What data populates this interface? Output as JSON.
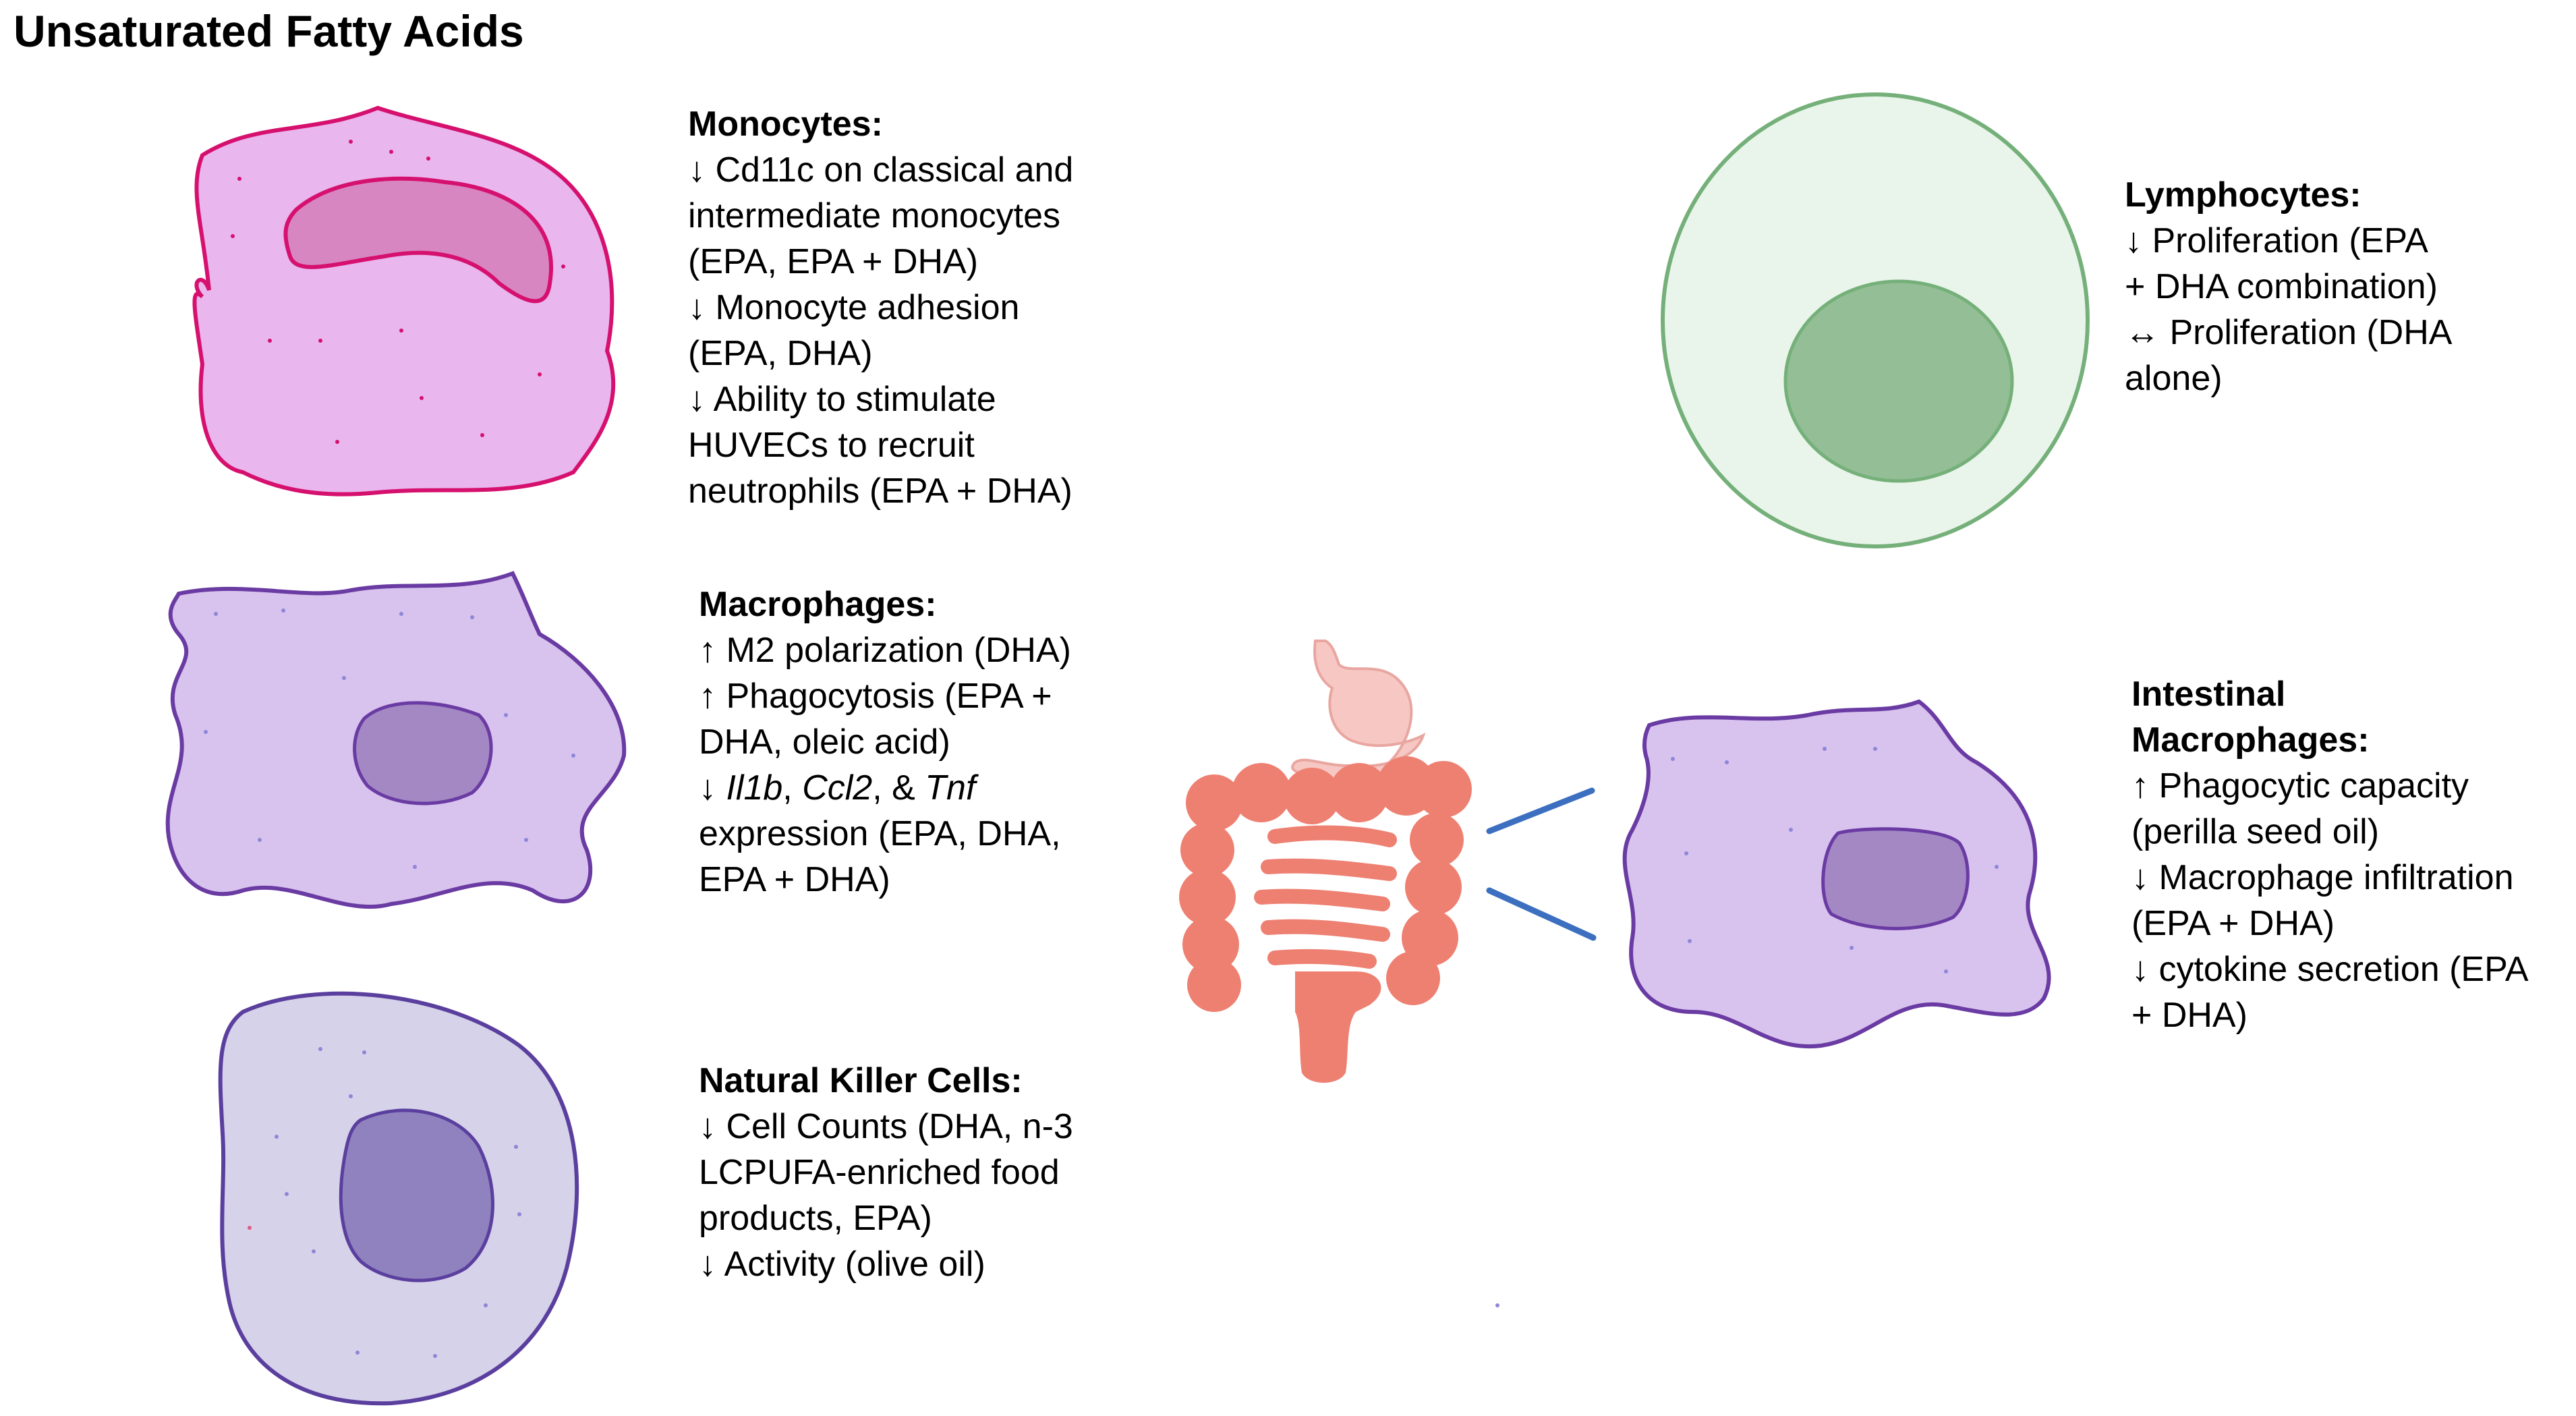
{
  "title": "Unsaturated Fatty Acids",
  "colors": {
    "monocyte_fill": "#E9B6EE",
    "monocyte_stroke": "#D6106E",
    "monocyte_nucleus": "#D886C2",
    "macrophage_fill": "#D8C2EE",
    "macrophage_stroke": "#6A3BA3",
    "macrophage_nucleus": "#A488C4",
    "nk_fill": "#D6D2EA",
    "nk_stroke": "#5B3F9E",
    "nk_nucleus": "#8F82BF",
    "lymph_fill": "#E9F5EA",
    "lymph_stroke": "#75B07A",
    "lymph_nucleus": "#94BE96",
    "intestine": "#EE8072",
    "stomach": "#F6C7C3",
    "connector": "#3C6FC0"
  },
  "monocytes": {
    "heading": "Monocytes:",
    "lines": [
      "↓ Cd11c on classical and",
      "intermediate monocytes",
      "(EPA, EPA + DHA)",
      "↓ Monocyte adhesion",
      "(EPA, DHA)",
      "↓ Ability to stimulate",
      "HUVECs to recruit",
      "neutrophils (EPA + DHA)"
    ]
  },
  "macrophages": {
    "heading": "Macrophages:",
    "lines": [
      "↑ M2 polarization (DHA)",
      "↑ Phagocytosis (EPA +",
      "DHA, oleic acid)"
    ],
    "genes_arrow": "↓ ",
    "gene1": "Il1b",
    "sep1": ", ",
    "gene2": "Ccl2",
    "sep2": ", & ",
    "gene3": "Tnf",
    "lines2": [
      "expression (EPA, DHA,",
      "EPA + DHA)"
    ]
  },
  "nk_cells": {
    "heading": "Natural Killer Cells:",
    "lines": [
      "↓ Cell Counts (DHA, n-3",
      "LCPUFA-enriched food",
      "products, EPA)",
      "↓ Activity (olive oil)"
    ]
  },
  "lymphocytes": {
    "heading": "Lymphocytes:",
    "lines": [
      "↓ Proliferation (EPA",
      "+ DHA combination)",
      "↔ Proliferation (DHA",
      "alone)"
    ]
  },
  "intestinal_macrophages": {
    "heading1": "Intestinal",
    "heading2": "Macrophages:",
    "lines": [
      "↑ Phagocytic capacity",
      "(perilla seed oil)",
      "↓ Macrophage infiltration",
      "(EPA + DHA)",
      "↓ cytokine secretion (EPA",
      "+ DHA)"
    ]
  }
}
